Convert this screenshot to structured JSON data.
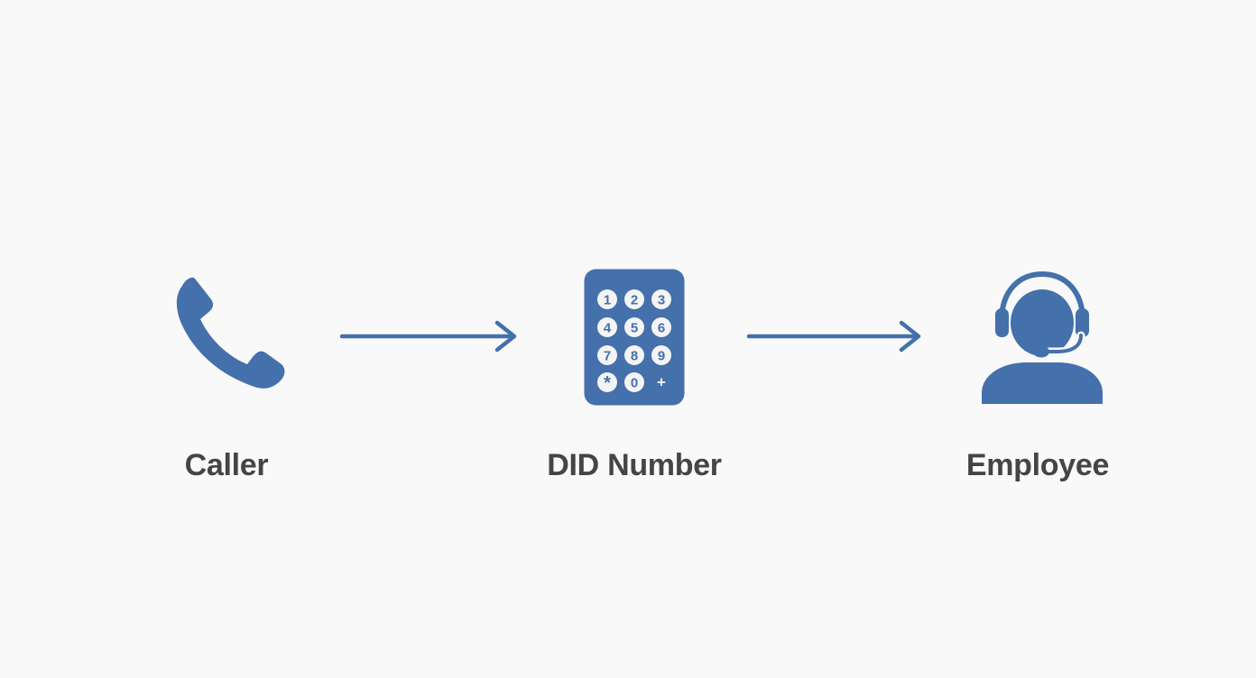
{
  "colors": {
    "background": "#f9f9f9",
    "icon": "#4470ab",
    "label_text": "#454545",
    "key_face": "#f4f4f4"
  },
  "nodes": [
    {
      "id": "caller",
      "label": "Caller",
      "icon": "phone-handset-icon"
    },
    {
      "id": "did-number",
      "label": "DID Number",
      "icon": "keypad-icon"
    },
    {
      "id": "employee",
      "label": "Employee",
      "icon": "headset-agent-icon"
    }
  ],
  "keypad_keys": [
    "1",
    "2",
    "3",
    "4",
    "5",
    "6",
    "7",
    "8",
    "9",
    "*",
    "0",
    "+"
  ],
  "edges": [
    {
      "from": "caller",
      "to": "did-number",
      "icon": "arrow-right-icon"
    },
    {
      "from": "did-number",
      "to": "employee",
      "icon": "arrow-right-icon"
    }
  ]
}
